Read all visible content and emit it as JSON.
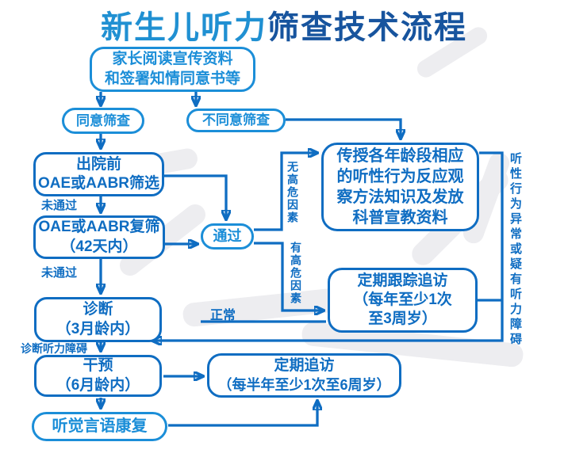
{
  "title": {
    "part1": "新生儿听力",
    "part2": "筛查技术流程"
  },
  "colors": {
    "title_light_blue": "#2090d2",
    "title_dark_blue": "#17549e",
    "box_deep_blue": "#0f6dc2",
    "box_pill_blue": "#1b8ed8",
    "background": "#ffffff",
    "watermark_gray": "#ededf0"
  },
  "nodes": {
    "consent_info": {
      "line1": "家长阅读宣传资料",
      "line2": "和签署知情同意书等"
    },
    "agree": {
      "label": "同意筛查"
    },
    "disagree": {
      "label": "不同意筛查"
    },
    "initial_screen": {
      "line1": "出院前",
      "line2": "OAE或AABR筛选"
    },
    "rescreen": {
      "line1": "OAE或AABR复筛",
      "line2": "（42天内）"
    },
    "pass": {
      "label": "通过"
    },
    "educate": {
      "line1": "传授各年龄段相应",
      "line2": "的听性行为反应观",
      "line3": "察方法知识及发放",
      "line4": "科普宣教资料"
    },
    "diagnosis": {
      "line1": "诊断",
      "line2": "（3月龄内）"
    },
    "tracking": {
      "line1": "定期跟踪追访",
      "line2": "（每年至少1次",
      "line3": "至3周岁）"
    },
    "intervention": {
      "line1": "干预",
      "line2": "（6月龄内）"
    },
    "followup": {
      "line1": "定期追访",
      "line2": "（每半年至少1次至6周岁）"
    },
    "rehab": {
      "label": "听觉言语康复"
    }
  },
  "edge_labels": {
    "fail1": "未通过",
    "fail2": "未通过",
    "normal": "正常",
    "diagnosed": "诊断听力障碍",
    "no_risk": "无高危因素",
    "risk": "有高危因素",
    "abnormal": "听性行为异常或疑有听力障碍"
  }
}
